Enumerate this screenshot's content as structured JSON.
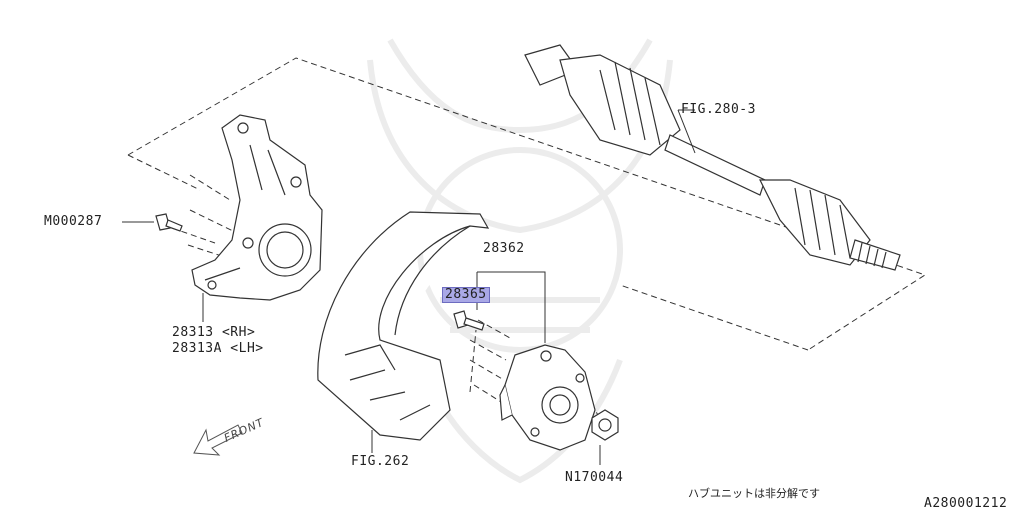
{
  "labels": {
    "fig_280_3": "FIG.280-3",
    "part_28362": "28362",
    "part_28365": "28365",
    "m000287": "M000287",
    "part_28313_rh": "28313  <RH>",
    "part_28313a_lh": "28313A <LH>",
    "fig_262": "FIG.262",
    "n170044": "N170044",
    "front": "FRONT",
    "jp_note": "ハブユニットは非分解です",
    "diagram_code": "A280001212"
  },
  "colors": {
    "line": "#333333",
    "highlight": "#a9a8e6",
    "watermark": "#e8e8e8"
  }
}
